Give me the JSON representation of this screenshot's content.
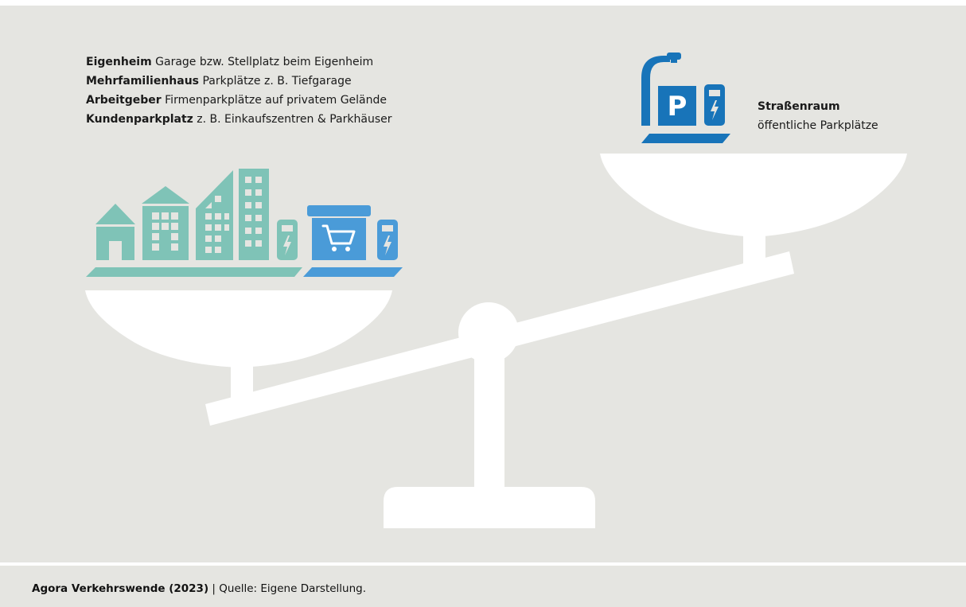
{
  "legend": [
    {
      "term": "Eigenheim",
      "desc": "Garage bzw. Stellplatz beim Eigenheim"
    },
    {
      "term": "Mehrfamilienhaus",
      "desc": "Parkplätze z. B. Tiefgarage"
    },
    {
      "term": "Arbeitgeber",
      "desc": "Firmenparkplätze auf privatem Gelände"
    },
    {
      "term": "Kundenparkplatz",
      "desc": "z. B. Einkaufszentren & Parkhäuser"
    }
  ],
  "street": {
    "term": "Straßenraum",
    "desc": "öffentliche Parkplätze",
    "parking_sign": "P"
  },
  "footer": {
    "source_bold": "Agora Verkehrswende (2023)",
    "source_rest": " | Quelle: Eigene Darstellung."
  },
  "colors": {
    "background": "#e5e5e1",
    "scale": "#ffffff",
    "private_icons": "#7fc3b7",
    "customer_icons": "#4a9bd8",
    "street_icons": "#1874b9"
  }
}
